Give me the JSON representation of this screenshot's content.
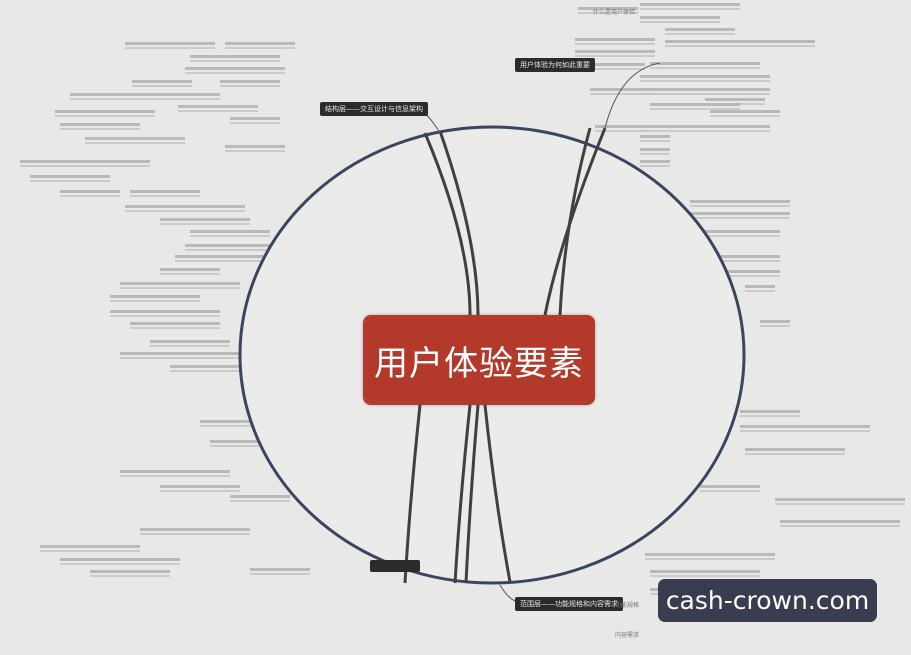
{
  "center": {
    "title": "用户体验要素",
    "color": "#b33a2b"
  },
  "branches": [
    {
      "label": "用户体验为何如此重要"
    },
    {
      "label": "结构层——交互设计与信息架构"
    },
    {
      "label": "范围层——功能规格和内容需求"
    }
  ],
  "subnodes": [
    "什么是用户体验",
    "功能规格",
    "内容需求"
  ],
  "watermark": "cash-crown.com",
  "colors": {
    "background": "#e8e8e6",
    "ellipse": "#3a4660",
    "node": "#2b2b2b"
  }
}
